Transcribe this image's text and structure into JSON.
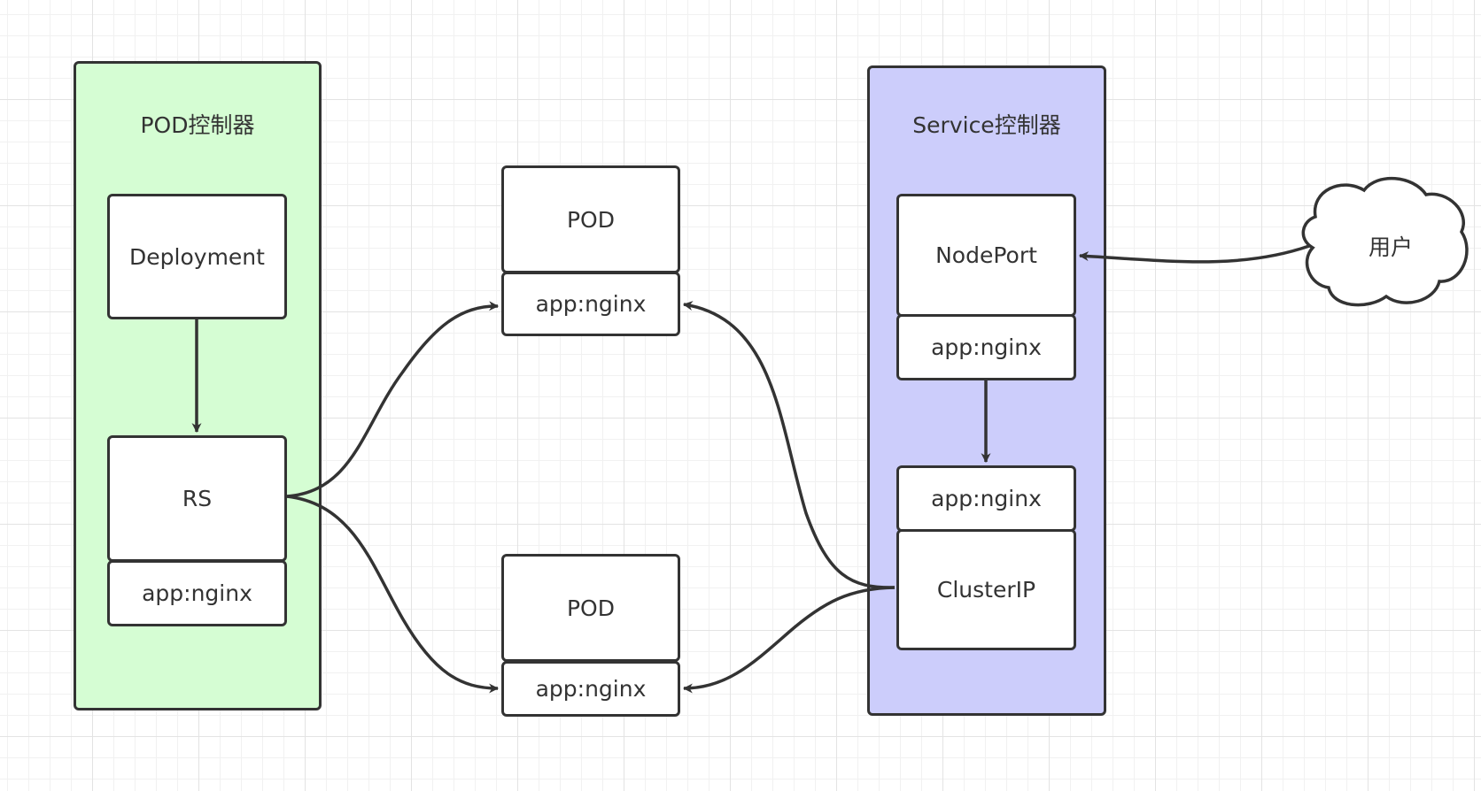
{
  "containers": {
    "pod_controller": {
      "title": "POD控制器",
      "fill": "#d5fdd3"
    },
    "service_controller": {
      "title": "Service控制器",
      "fill": "#cccdfb"
    }
  },
  "nodes": {
    "deployment": "Deployment",
    "rs": "RS",
    "rs_label": "app:nginx",
    "pod_top": "POD",
    "pod_top_label": "app:nginx",
    "pod_bottom": "POD",
    "pod_bottom_label": "app:nginx",
    "nodeport": "NodePort",
    "nodeport_label": "app:nginx",
    "clusterip_label": "app:nginx",
    "clusterip": "ClusterIP"
  },
  "user": {
    "label": "用户"
  },
  "colors": {
    "stroke": "#333333",
    "node_fill": "#ffffff",
    "grid": "#e3e3e3"
  }
}
